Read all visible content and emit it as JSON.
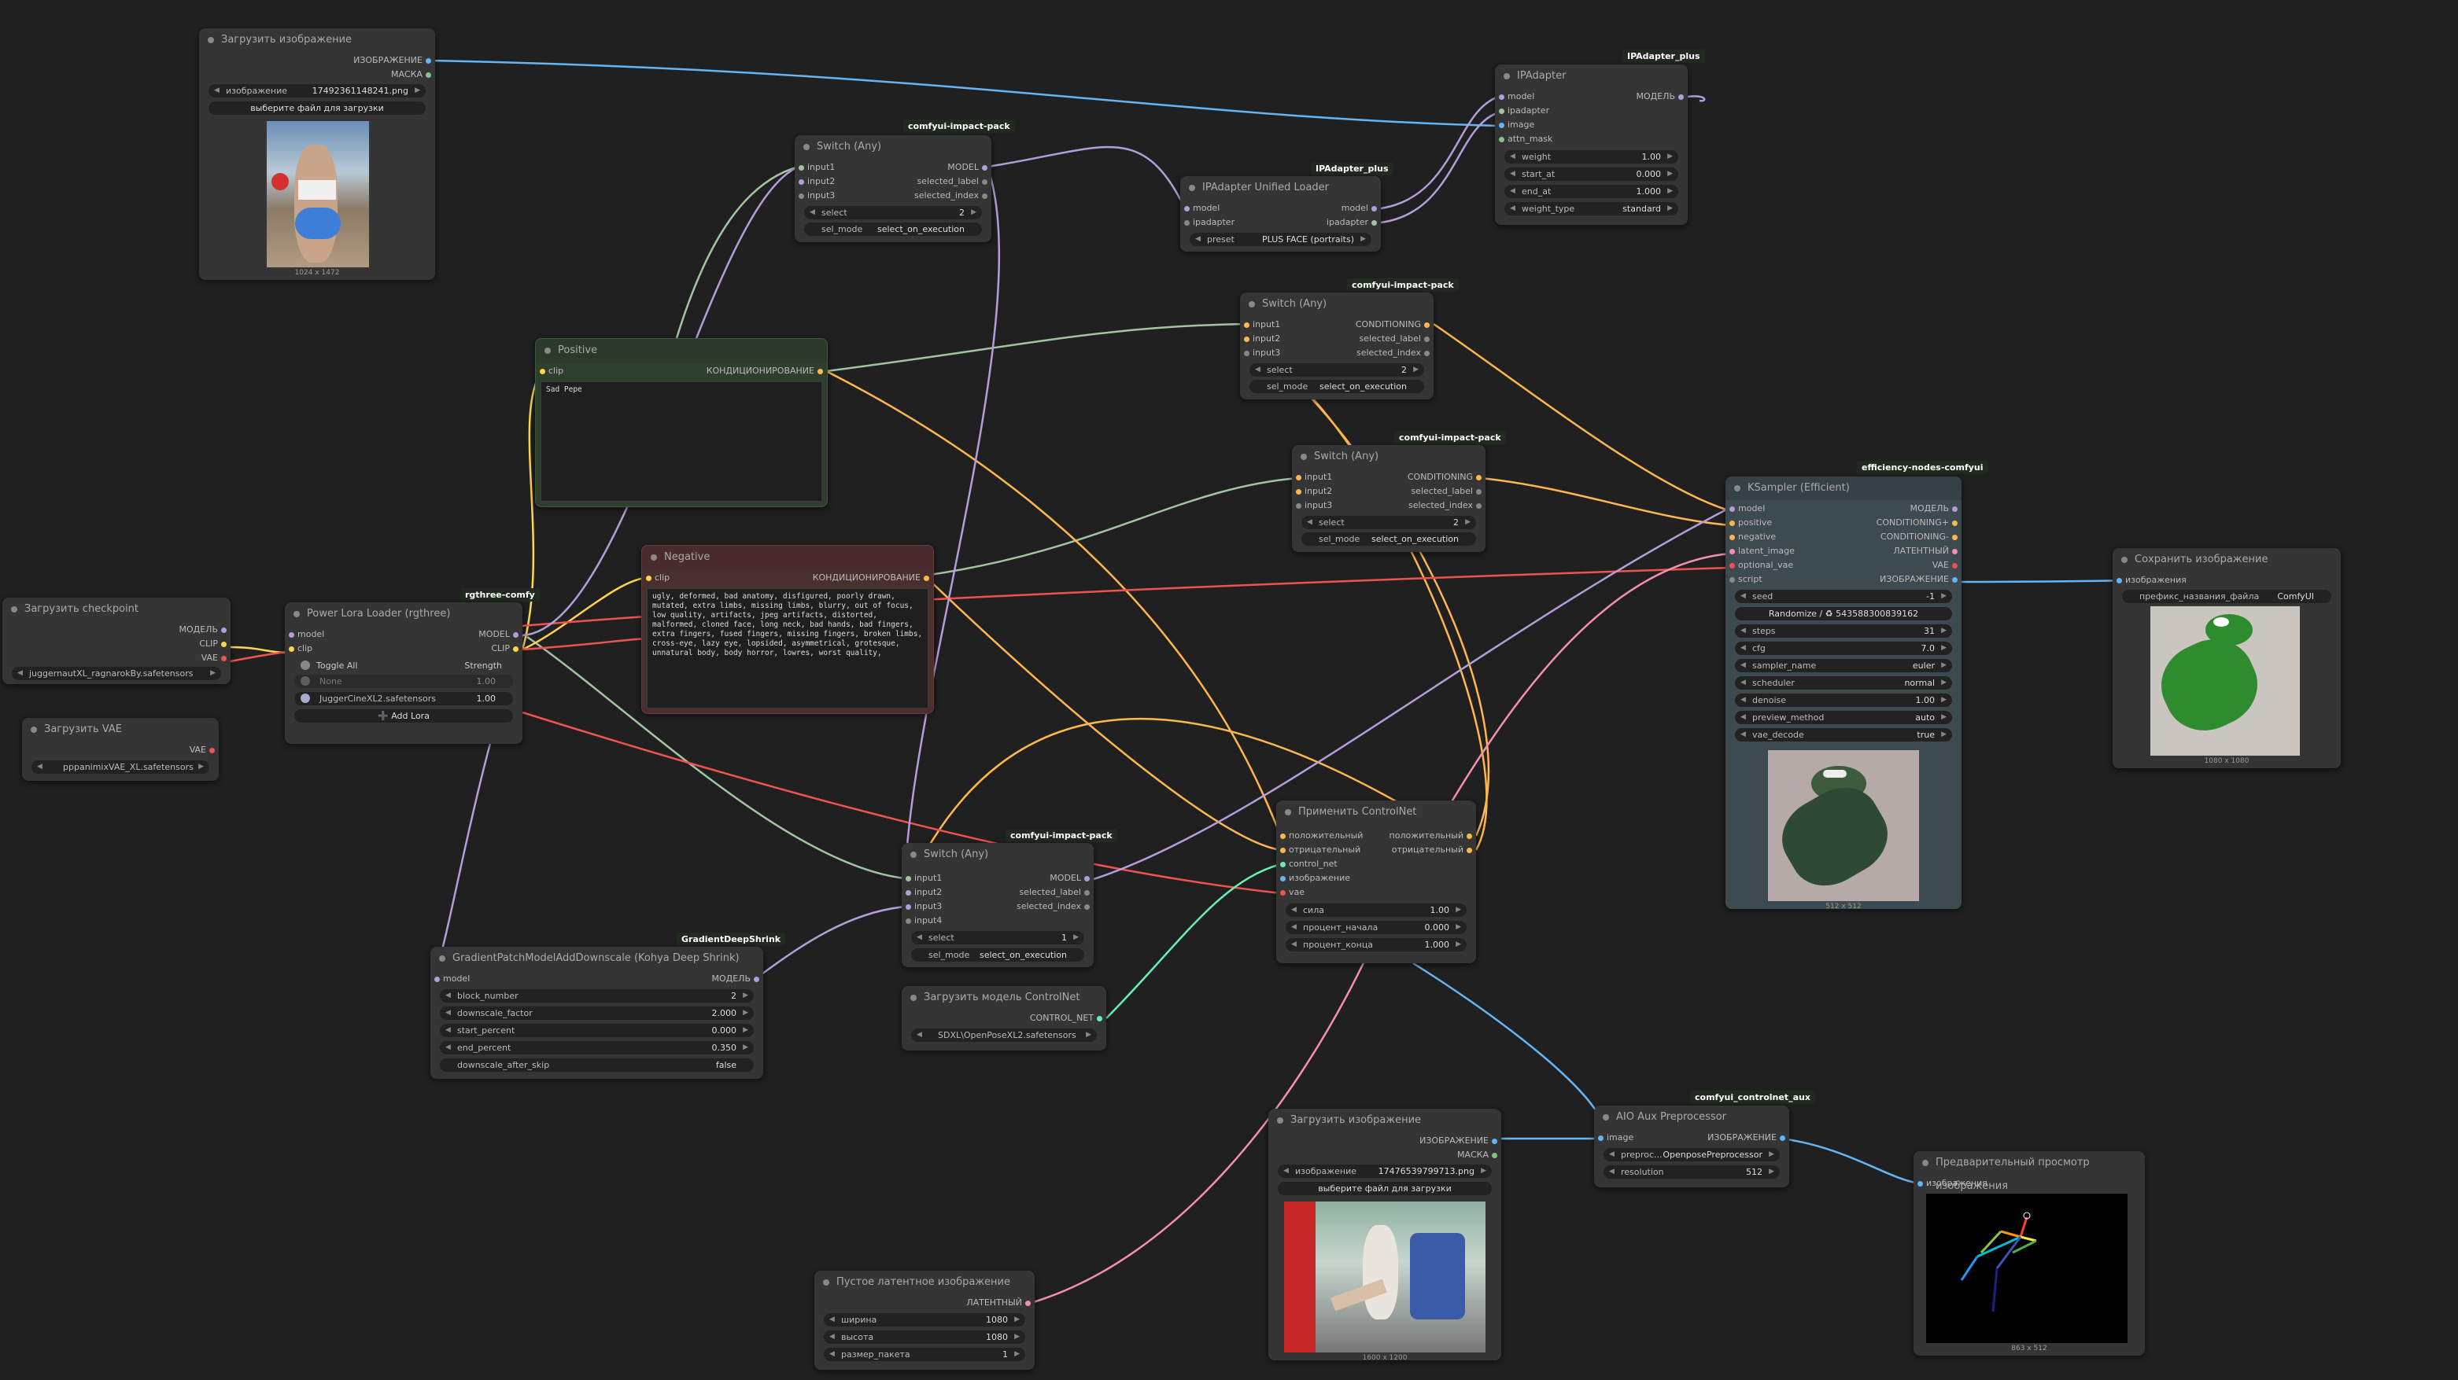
{
  "colors": {
    "background": "#202020",
    "node_bg": "#353535",
    "positive_bg": "#2e3f2e",
    "negative_bg": "#4a2f2f",
    "ksampler_bg": "#3d4a50"
  },
  "nodes": {
    "load_image_1": {
      "title": "Загрузить изображение",
      "out1": "ИЗОБРАЖЕНИЕ",
      "out2": "МАСКА",
      "image_label": "изображение",
      "image_value": "17492361148241.png",
      "upload": "выберите файл для загрузки",
      "caption": "1024 x 1472"
    },
    "switch_1": {
      "title": "Switch (Any)",
      "badge": "comfyui-impact-pack",
      "in1": "input1",
      "in2": "input2",
      "in3": "input3",
      "out1": "MODEL",
      "out2": "selected_label",
      "out3": "selected_index",
      "select_label": "select",
      "select_value": "2",
      "selmode_label": "sel_mode",
      "selmode_value": "select_on_execution"
    },
    "ipadapter_loader": {
      "title": "IPAdapter Unified Loader",
      "badge": "IPAdapter_plus",
      "in1": "model",
      "in2": "ipadapter",
      "out1": "model",
      "out2": "ipadapter",
      "preset_label": "preset",
      "preset_value": "PLUS FACE (portraits)"
    },
    "ipadapter": {
      "title": "IPAdapter",
      "badge": "IPAdapter_plus",
      "in1": "model",
      "in2": "ipadapter",
      "in3": "image",
      "in4": "attn_mask",
      "out1": "МОДЕЛЬ",
      "weight_label": "weight",
      "weight_value": "1.00",
      "start_label": "start_at",
      "start_value": "0.000",
      "end_label": "end_at",
      "end_value": "1.000",
      "wtype_label": "weight_type",
      "wtype_value": "standard"
    },
    "positive": {
      "title": "Positive",
      "in1": "clip",
      "out1": "КОНДИЦИОНИРОВАНИЕ",
      "text": "Sad Pepe"
    },
    "negative": {
      "title": "Negative",
      "in1": "clip",
      "out1": "КОНДИЦИОНИРОВАНИЕ",
      "text": "ugly, deformed, bad anatomy, disfigured, poorly drawn, mutated, extra limbs, missing limbs, blurry, out of focus, low quality, artifacts, jpeg artifacts, distorted, malformed, cloned face, long neck, bad hands, bad fingers, extra fingers, fused fingers, missing fingers, broken limbs, cross-eye, lazy eye, lopsided, asymmetrical, grotesque, unnatural body, body horror, lowres, worst quality,"
    },
    "switch_2": {
      "title": "Switch (Any)",
      "badge": "comfyui-impact-pack",
      "in1": "input1",
      "in2": "input2",
      "in3": "input3",
      "out1": "CONDITIONING",
      "out2": "selected_label",
      "out3": "selected_index",
      "select_label": "select",
      "select_value": "2",
      "selmode_label": "sel_mode",
      "selmode_value": "select_on_execution"
    },
    "switch_3": {
      "title": "Switch (Any)",
      "badge": "comfyui-impact-pack",
      "in1": "input1",
      "in2": "input2",
      "in3": "input3",
      "out1": "CONDITIONING",
      "out2": "selected_label",
      "out3": "selected_index",
      "select_label": "select",
      "select_value": "2",
      "selmode_label": "sel_mode",
      "selmode_value": "select_on_execution"
    },
    "ksampler": {
      "title": "KSampler (Efficient)",
      "badge": "efficiency-nodes-comfyui",
      "in1": "model",
      "in2": "positive",
      "in3": "negative",
      "in4": "latent_image",
      "in5": "optional_vae",
      "in6": "script",
      "out1": "МОДЕЛЬ",
      "out2": "CONDITIONING+",
      "out3": "CONDITIONING-",
      "out4": "ЛАТЕНТНЫЙ",
      "out5": "VAE",
      "out6": "ИЗОБРАЖЕНИЕ",
      "seed_label": "seed",
      "seed_value": "-1",
      "randomize": "Randomize / ♻ 543588300839162",
      "steps_label": "steps",
      "steps_value": "31",
      "cfg_label": "cfg",
      "cfg_value": "7.0",
      "sampler_label": "sampler_name",
      "sampler_value": "euler",
      "scheduler_label": "scheduler",
      "scheduler_value": "normal",
      "denoise_label": "denoise",
      "denoise_value": "1.00",
      "preview_label": "preview_method",
      "preview_value": "auto",
      "vaedec_label": "vae_decode",
      "vaedec_value": "true",
      "caption": "512 x 512"
    },
    "save_image": {
      "title": "Сохранить изображение",
      "in1": "изображения",
      "prefix_label": "префикс_названия_файла",
      "prefix_value": "ComfyUI",
      "caption": "1080 x 1080"
    },
    "checkpoint": {
      "title": "Загрузить checkpoint",
      "out1": "МОДЕЛЬ",
      "out2": "CLIP",
      "out3": "VAE",
      "ckpt_value": "juggernautXL_ragnarokBy.safetensors"
    },
    "load_vae": {
      "title": "Загрузить VAE",
      "out1": "VAE",
      "vae_value": "pppanimixVAE_XL.safetensors"
    },
    "power_lora": {
      "title": "Power Lora Loader (rgthree)",
      "badge": "rgthree-comfy",
      "in1": "model",
      "in2": "clip",
      "out1": "MODEL",
      "out2": "CLIP",
      "toggle_all": "Toggle All",
      "strength": "Strength",
      "lora1_name": "None",
      "lora1_value": "1.00",
      "lora2_name": "JuggerCineXL2.safetensors",
      "lora2_value": "1.00",
      "add_lora": "➕ Add Lora"
    },
    "controlnet_apply": {
      "title": "Применить ControlNet",
      "in1": "положительный",
      "in2": "отрицательный",
      "in3": "control_net",
      "in4": "изображение",
      "in5": "vae",
      "out1": "положительный",
      "out2": "отрицательный",
      "str_label": "сила",
      "str_value": "1.00",
      "start_label": "процент_начала",
      "start_value": "0.000",
      "end_label": "процент_конца",
      "end_value": "1.000"
    },
    "switch_4": {
      "title": "Switch (Any)",
      "badge": "comfyui-impact-pack",
      "in1": "input1",
      "in2": "input2",
      "in3": "input3",
      "in4": "input4",
      "out1": "MODEL",
      "out2": "selected_label",
      "out3": "selected_index",
      "select_label": "select",
      "select_value": "1",
      "selmode_label": "sel_mode",
      "selmode_value": "select_on_execution"
    },
    "gradient_patch": {
      "title": "GradientPatchModelAddDownscale (Kohya Deep Shrink)",
      "badge": "GradientDeepShrink",
      "in1": "model",
      "out1": "МОДЕЛЬ",
      "bn_label": "block_number",
      "bn_value": "2",
      "df_label": "downscale_factor",
      "df_value": "2.000",
      "sp_label": "start_percent",
      "sp_value": "0.000",
      "ep_label": "end_percent",
      "ep_value": "0.350",
      "das_label": "downscale_after_skip",
      "das_value": "false"
    },
    "controlnet_loader": {
      "title": "Загрузить модель ControlNet",
      "out1": "CONTROL_NET",
      "cn_value": "SDXL\\OpenPoseXL2.safetensors"
    },
    "load_image_2": {
      "title": "Загрузить изображение",
      "out1": "ИЗОБРАЖЕНИЕ",
      "out2": "МАСКА",
      "image_label": "изображение",
      "image_value": "17476539799713.png",
      "upload": "выберите файл для загрузки",
      "caption": "1600 x 1200"
    },
    "aio_aux": {
      "title": "AIO Aux Preprocessor",
      "badge": "comfyui_controlnet_aux",
      "in1": "image",
      "out1": "ИЗОБРАЖЕНИЕ",
      "pre_label": "preproc...",
      "pre_value": "OpenposePreprocessor",
      "res_label": "resolution",
      "res_value": "512"
    },
    "preview": {
      "title": "Предварительный просмотр изображения",
      "in1": "изображения",
      "caption": "863 x 512"
    },
    "empty_latent": {
      "title": "Пустое латентное изображение",
      "out1": "ЛАТЕНТНЫЙ",
      "w_label": "ширина",
      "w_value": "1080",
      "h_label": "высота",
      "h_value": "1080",
      "b_label": "размер_пакета",
      "b_value": "1"
    }
  }
}
